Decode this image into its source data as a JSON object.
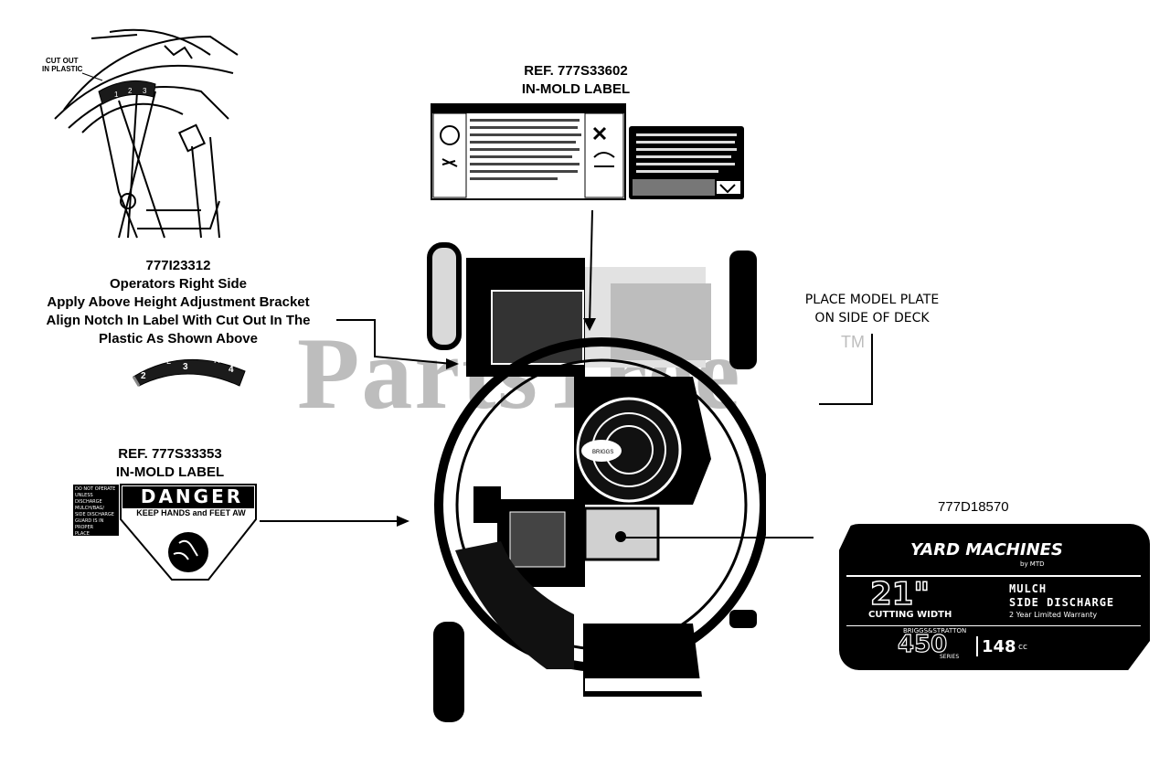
{
  "watermark": {
    "text": "PartsTree",
    "tm": "TM"
  },
  "callouts": {
    "ref_777s33602": {
      "line1": "REF. 777S33602",
      "line2": "IN-MOLD LABEL"
    },
    "part_777i23312": {
      "line1": "777I23312",
      "line2": "Operators Right Side",
      "line3": "Apply Above Height Adjustment Bracket",
      "line4": "Align Notch In Label With Cut Out In The",
      "line5": "Plastic As Shown Above"
    },
    "model_plate": {
      "line1": "PLACE MODEL PLATE",
      "line2": "ON SIDE OF DECK"
    },
    "ref_777s33353": {
      "line1": "REF. 777S33353",
      "line2": "IN-MOLD LABEL"
    },
    "part_777d18570": {
      "label": "777D18570"
    }
  },
  "bracket_detail": {
    "cutout_label_1": "CUT OUT",
    "cutout_label_2": "IN PLASTIC",
    "positions": [
      "1",
      "2",
      "3"
    ]
  },
  "height_label": {
    "positions": [
      "2",
      "L",
      "3",
      "H",
      "4"
    ]
  },
  "danger_label": {
    "heading": "DANGER",
    "subtext": "KEEP HANDS and FEET AW",
    "side_text": [
      "DO NOT OPERATE",
      "UNLESS DISCHARGE",
      "MULCH/BAG/",
      "SIDE DISCHARGE",
      "GUARD IS IN",
      "PROPER",
      "PLACE"
    ]
  },
  "model_decal": {
    "brand": "YARD MACHINES",
    "brand_sub": "by MTD",
    "cutting_size": "21\"",
    "cutting_width_label": "CUTTING WIDTH",
    "feature_1": "MULCH",
    "feature_2": "SIDE DISCHARGE",
    "warranty": "2 Year Limited Warranty",
    "engine_brand": "BRIGGS&STRATTON",
    "engine_series": "450",
    "series_label": "SERIES",
    "displacement": "148",
    "displacement_unit": "cc"
  },
  "engine_badge": {
    "text": "BRIGGS"
  }
}
